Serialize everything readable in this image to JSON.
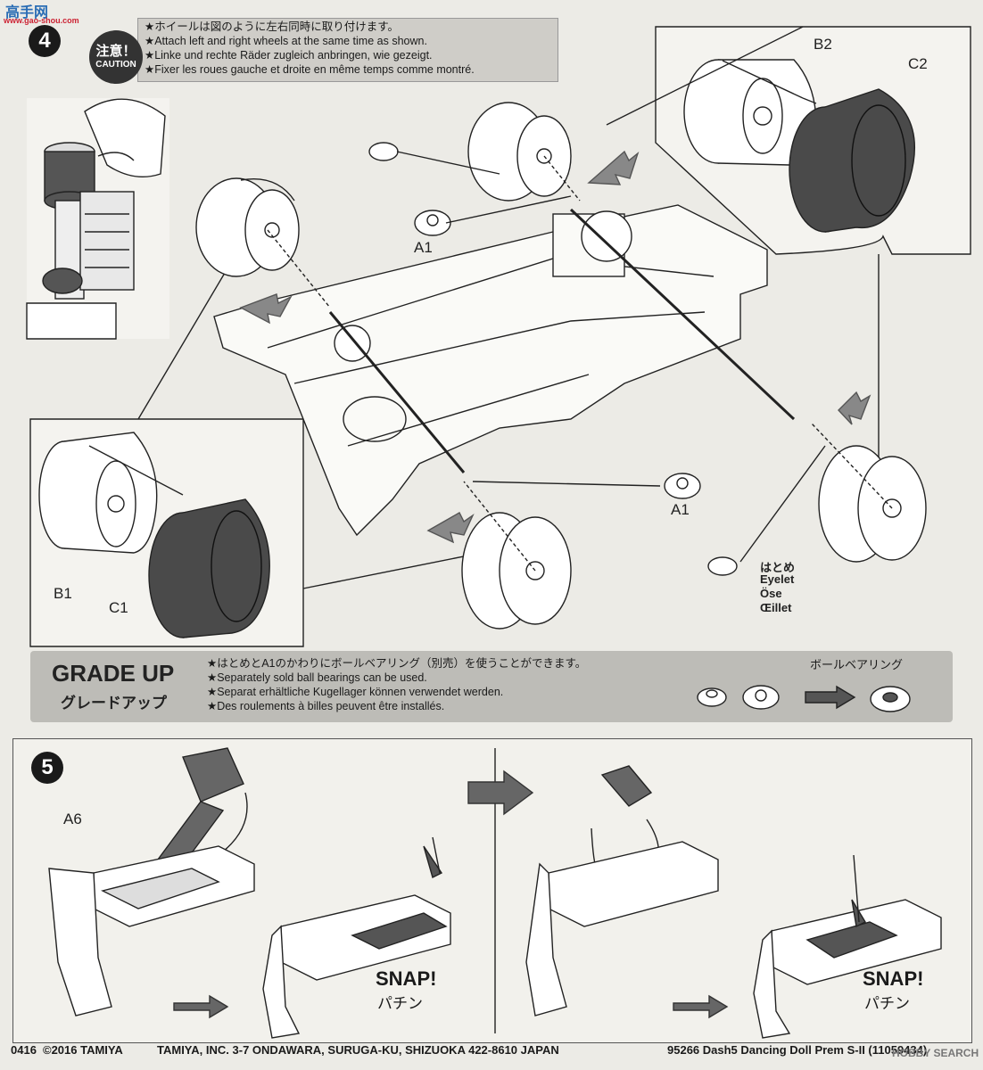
{
  "watermark_top": {
    "logo_text": "高手网",
    "url": "www.gao-shou.com"
  },
  "watermark_bottom": "HOBBY SEARCH",
  "step4": {
    "number": "4",
    "caution_jp": "注意！",
    "caution_en": "CAUTION",
    "instructions": [
      "★ホイールは図のように左右同時に取り付けます。",
      "★Attach left and right wheels at the same time as shown.",
      "★Linke und rechte Räder zugleich anbringen, wie gezeigt.",
      "★Fixer les roues gauche et droite en même temps comme montré."
    ],
    "part_labels": {
      "b2": "B2",
      "c2": "C2",
      "a1_top": "A1",
      "a1_bottom": "A1",
      "b1": "B1",
      "c1": "C1"
    },
    "eyelet_labels": [
      "はとめ",
      "Eyelet",
      "Öse",
      "Œillet"
    ]
  },
  "grade_up": {
    "title": "GRADE UP",
    "subtitle": "グレードアップ",
    "instructions": [
      "★はとめとA1のかわりにボールベアリング（別売）を使うことができます。",
      "★Separately sold ball bearings can be used.",
      "★Separat erhältliche Kugellager können verwendet werden.",
      "★Des roulements à billes peuvent être installés."
    ],
    "bearing_label": "ボールベアリング"
  },
  "step5": {
    "number": "5",
    "part_label": "A6",
    "snap_left": "SNAP!",
    "snap_left_jp": "パチン",
    "snap_right": "SNAP!",
    "snap_right_jp": "パチン"
  },
  "footer": {
    "code": "0416",
    "copyright": "©2016 TAMIYA",
    "address": "TAMIYA, INC.  3-7 ONDAWARA, SURUGA-KU, SHIZUOKA 422-8610 JAPAN",
    "product": "95266  Dash5 Dancing Doll Prem S-II (11059434)"
  },
  "colors": {
    "paper": "#ecebe6",
    "panel": "#bdbcb7",
    "ink": "#1a1a1a",
    "tire": "#4a4a4a"
  }
}
